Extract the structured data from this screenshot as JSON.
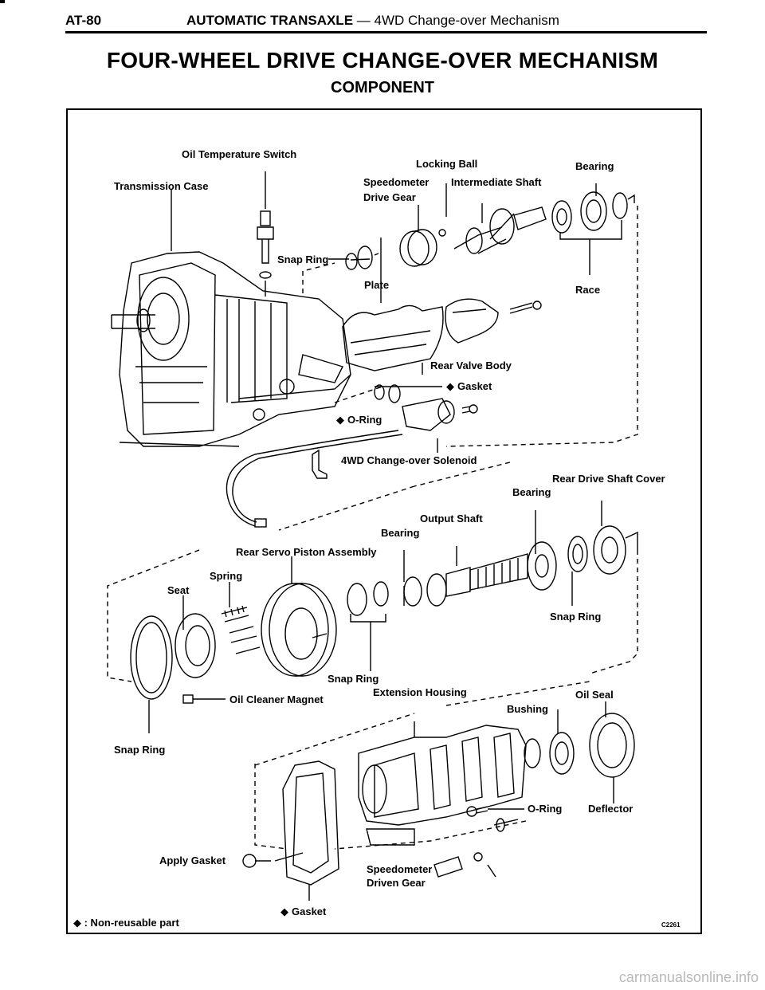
{
  "header": {
    "page_number": "AT-80",
    "title_bold": "AUTOMATIC TRANSAXLE",
    "title_separator": " — ",
    "title_rest": "4WD Change-over Mechanism"
  },
  "main_title": "FOUR-WHEEL DRIVE CHANGE-OVER MECHANISM",
  "section_title": "COMPONENT",
  "labels": {
    "oil_temperature_switch": "Oil Temperature Switch",
    "transmission_case": "Transmission Case",
    "locking_ball": "Locking Ball",
    "speedometer_drive_gear_1": "Speedometer",
    "speedometer_drive_gear_2": "Drive Gear",
    "intermediate_shaft": "Intermediate Shaft",
    "bearing_top": "Bearing",
    "snap_ring_top": "Snap Ring",
    "plate": "Plate",
    "race": "Race",
    "rear_valve_body": "Rear Valve Body",
    "gasket_mid": "Gasket",
    "o_ring_mid": "O-Ring",
    "solenoid": "4WD Change-over Solenoid",
    "rear_drive_shaft_cover": "Rear Drive Shaft Cover",
    "bearing_cover": "Bearing",
    "output_shaft": "Output Shaft",
    "bearing_output": "Bearing",
    "rear_servo_piston": "Rear Servo Piston Assembly",
    "spring": "Spring",
    "seat": "Seat",
    "snap_ring_right": "Snap Ring",
    "snap_ring_mid": "Snap Ring",
    "oil_cleaner_magnet": "Oil Cleaner Magnet",
    "extension_housing": "Extension Housing",
    "oil_seal": "Oil Seal",
    "bushing": "Bushing",
    "snap_ring_left": "Snap Ring",
    "o_ring_low": "O-Ring",
    "deflector": "Deflector",
    "apply_gasket": "Apply Gasket",
    "speedometer_driven_gear_1": "Speedometer",
    "speedometer_driven_gear_2": "Driven Gear",
    "gasket_bottom": "Gasket"
  },
  "non_reusable_mark": "◆",
  "legend": "◆ : Non-reusable part",
  "figure_code": "C2261",
  "watermark": "carmanualsonline.info"
}
